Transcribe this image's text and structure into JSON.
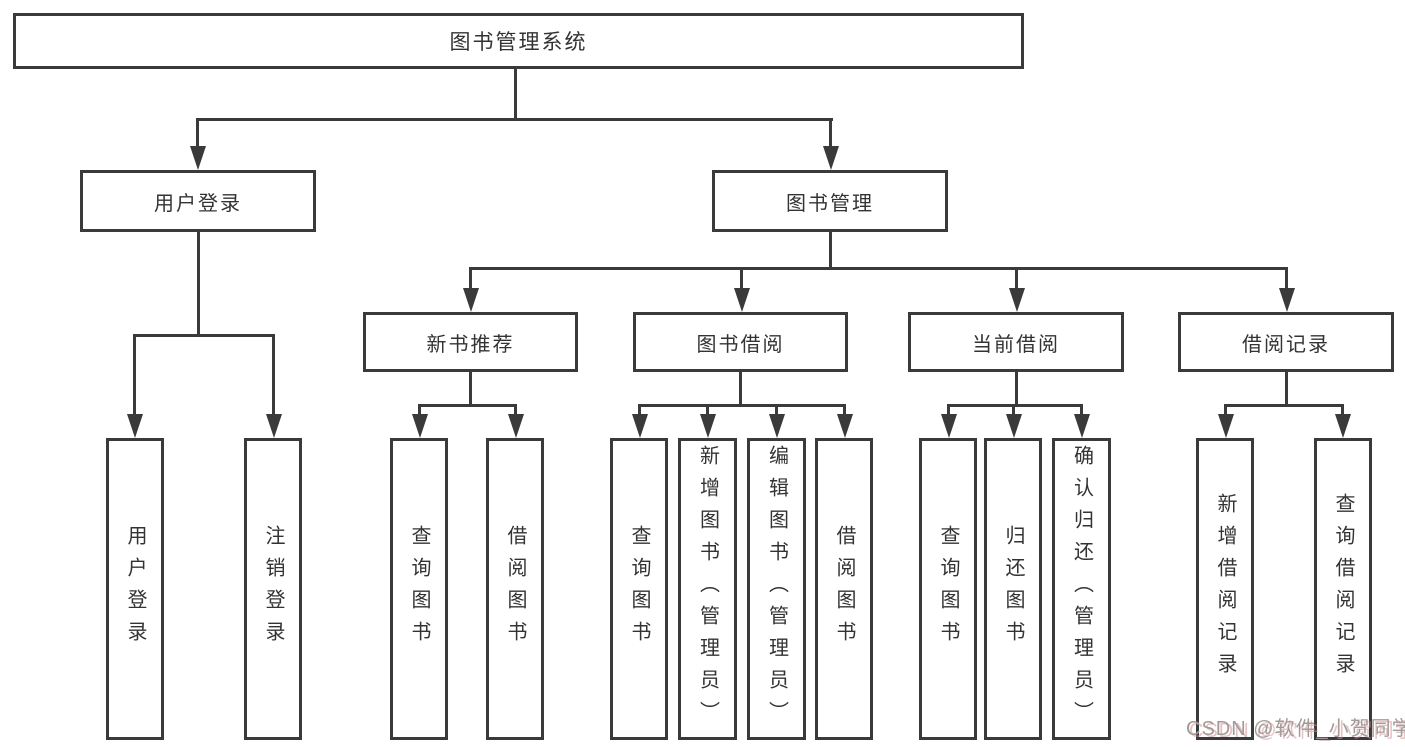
{
  "diagram": {
    "type": "hierarchy-tree",
    "orientation": "top-down"
  },
  "colors": {
    "background": "#ffffff",
    "line": "#3a3a3a",
    "box_border": "#3a3a3a",
    "text": "#333333",
    "watermark_text": "#9d9d9d",
    "watermark_shadow": "#de8c8c"
  },
  "tree": {
    "root": {
      "label": "图书管理系统"
    },
    "level2": [
      {
        "label": "用户登录",
        "children": [
          {
            "label": "用户登录"
          },
          {
            "label": "注销登录"
          }
        ]
      },
      {
        "label": "图书管理",
        "children": [
          {
            "label": "新书推荐",
            "children": [
              {
                "label": "查询图书"
              },
              {
                "label": "借阅图书"
              }
            ]
          },
          {
            "label": "图书借阅",
            "children": [
              {
                "label": "查询图书"
              },
              {
                "label": "新增图书（管理员）"
              },
              {
                "label": "编辑图书（管理员）"
              },
              {
                "label": "借阅图书"
              }
            ]
          },
          {
            "label": "当前借阅",
            "children": [
              {
                "label": "查询图书"
              },
              {
                "label": "归还图书"
              },
              {
                "label": "确认归还（管理员）"
              }
            ]
          },
          {
            "label": "借阅记录",
            "children": [
              {
                "label": "新增借阅记录"
              },
              {
                "label": "查询借阅记录"
              }
            ]
          }
        ]
      }
    ]
  },
  "watermark": {
    "text": "CSDN @软件_小贺同学"
  }
}
